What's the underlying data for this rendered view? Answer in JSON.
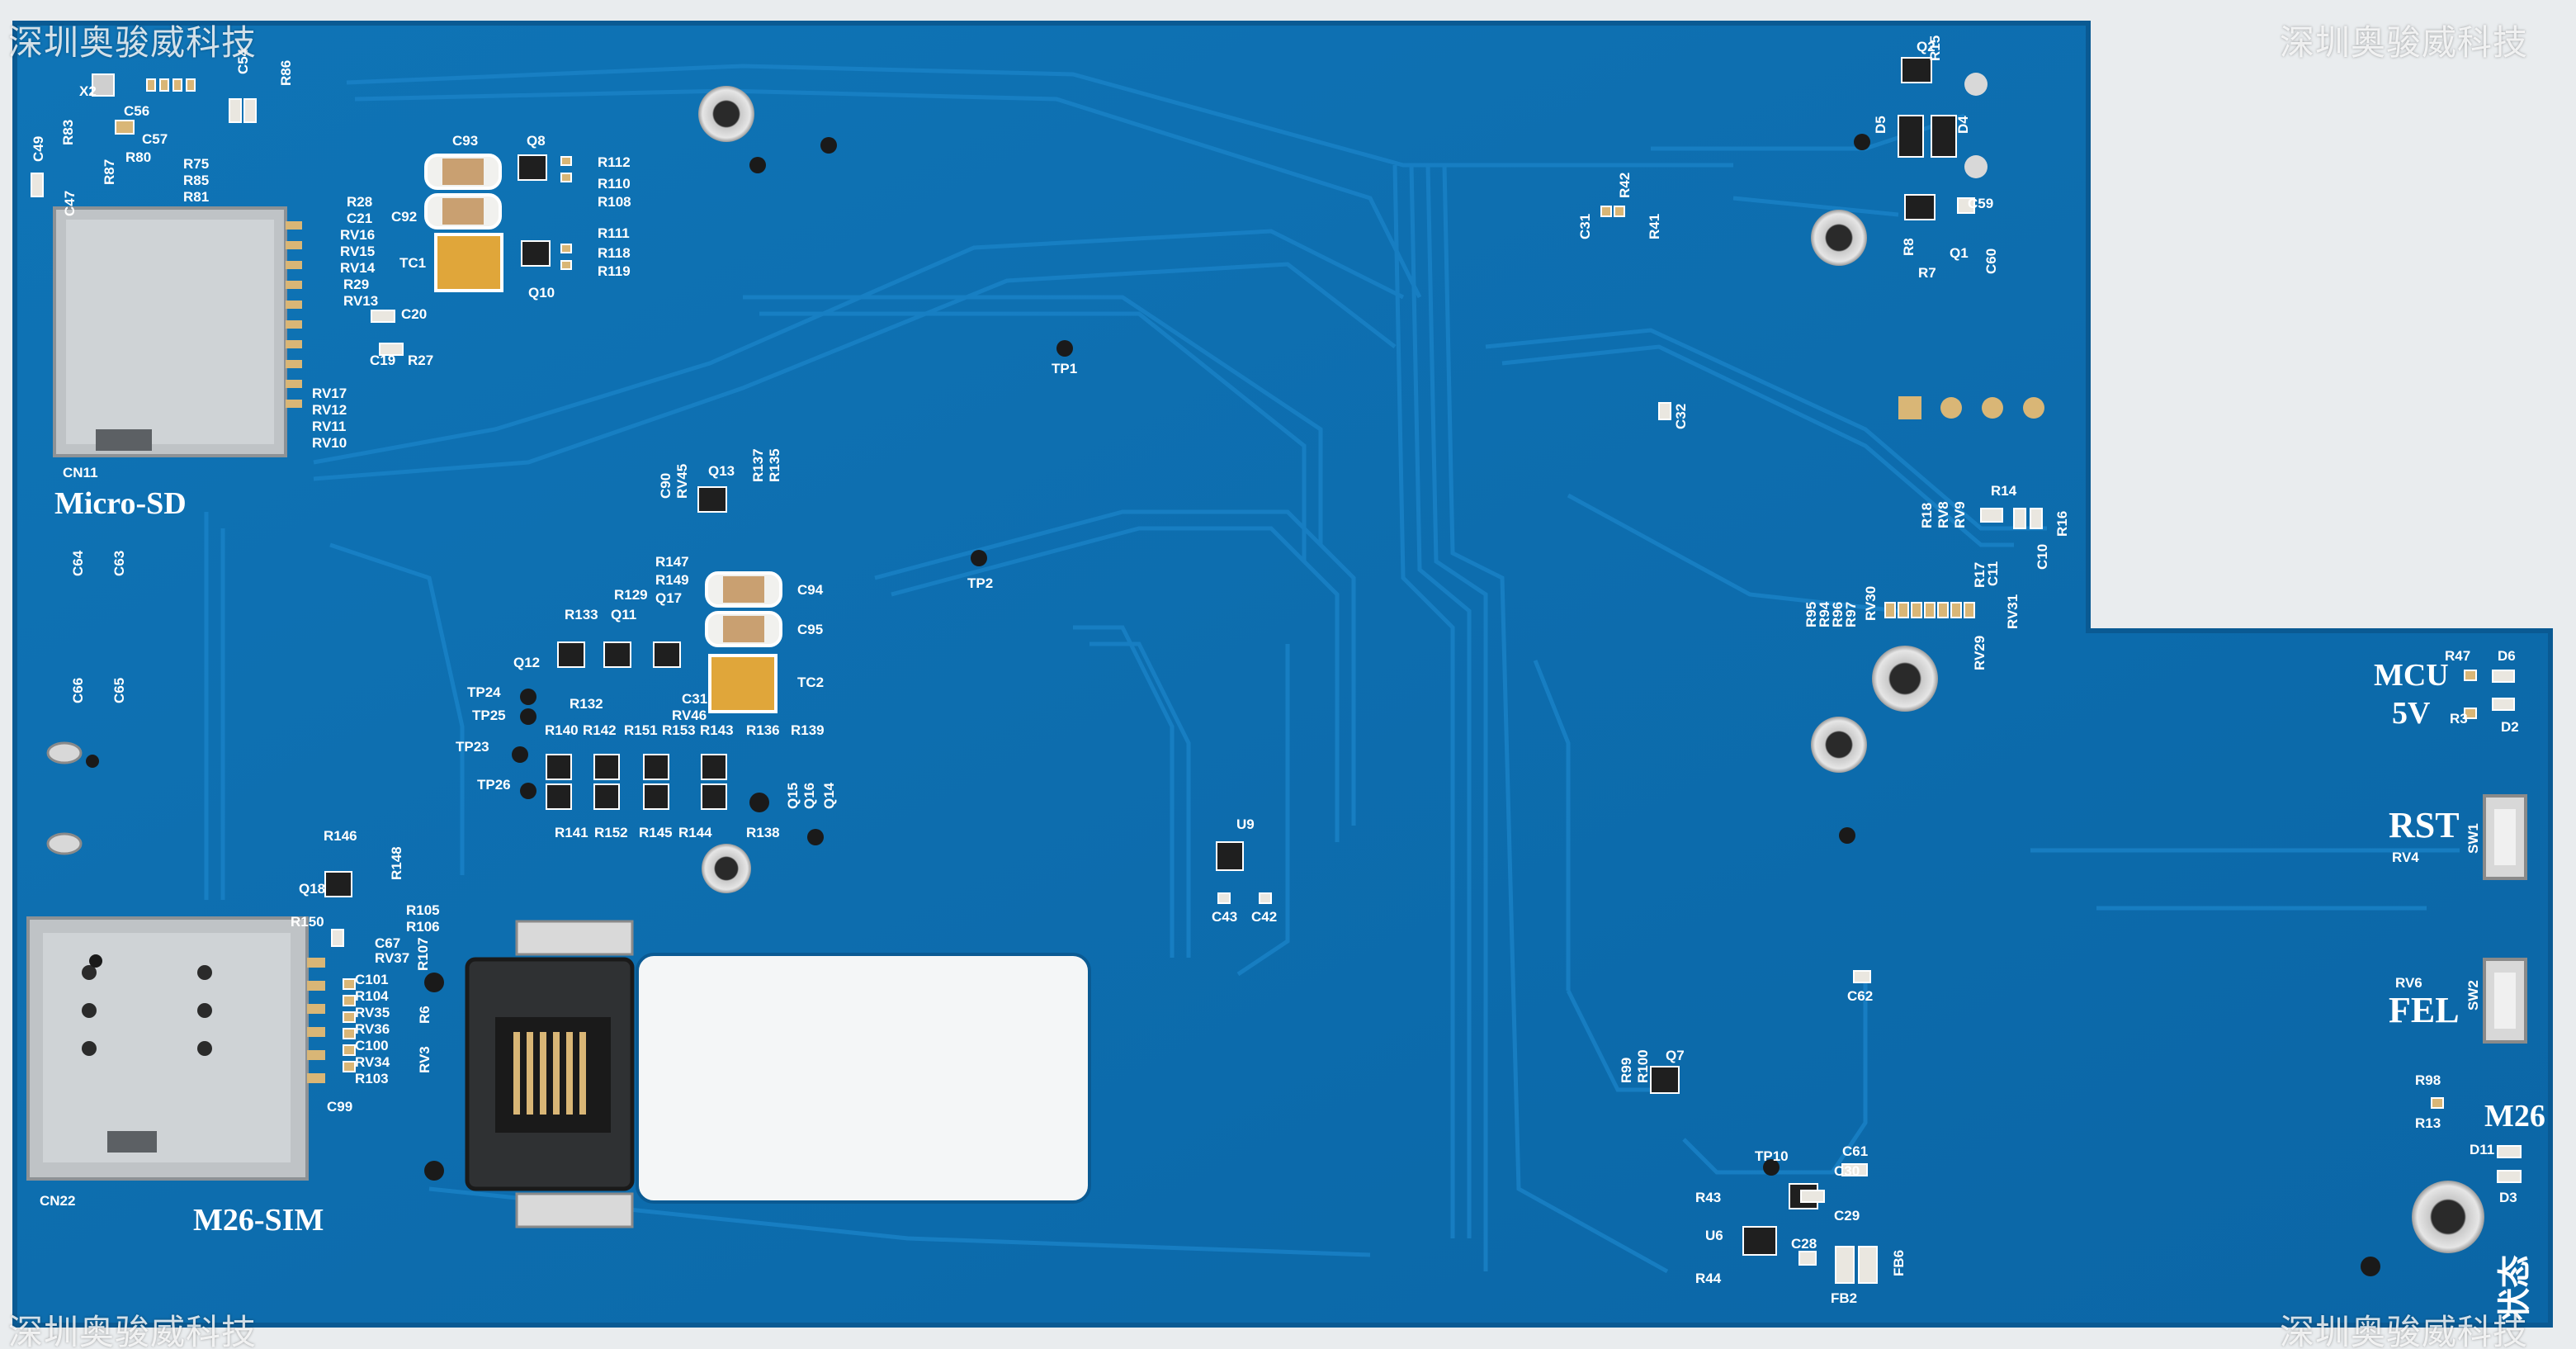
{
  "watermark": "深圳奥骏威科技",
  "board_labels": {
    "micro_sd": "Micro-SD",
    "m26_sim": "M26-SIM",
    "mcu": "MCU",
    "five_v": "5V",
    "rst": "RST",
    "fel": "FEL",
    "m26": "M26",
    "status": "状态"
  },
  "designators": [
    "X2",
    "C56",
    "C57",
    "C49",
    "R83",
    "R80",
    "R87",
    "C47",
    "R75",
    "R85",
    "R81",
    "C54",
    "R86",
    "C93",
    "Q8",
    "R112",
    "R110",
    "R108",
    "C92",
    "TC1",
    "R111",
    "R118",
    "R119",
    "Q10",
    "R28",
    "C21",
    "RV16",
    "RV15",
    "RV14",
    "R29",
    "RV13",
    "C20",
    "C19",
    "R27",
    "RV17",
    "RV12",
    "RV11",
    "RV10",
    "CN11",
    "TP1",
    "TP2",
    "C90",
    "RV45",
    "Q13",
    "R137",
    "R135",
    "C64",
    "C63",
    "C66",
    "C65",
    "R147",
    "R149",
    "R129",
    "Q17",
    "R133",
    "Q11",
    "Q12",
    "R132",
    "C31",
    "RV46",
    "C94",
    "C95",
    "TC2",
    "TP24",
    "TP25",
    "TP23",
    "TP26",
    "R140",
    "R142",
    "R151",
    "R153",
    "R143",
    "R136",
    "R139",
    "R141",
    "R152",
    "R145",
    "R144",
    "R138",
    "Q15",
    "Q16",
    "Q14",
    "R146",
    "R148",
    "Q18",
    "R150",
    "R105",
    "R106",
    "C67",
    "RV37",
    "R107",
    "C101",
    "R104",
    "RV35",
    "RV36",
    "C100",
    "RV34",
    "R103",
    "C99",
    "RV3",
    "R6",
    "CN22",
    "U9",
    "C43",
    "C42",
    "Q2",
    "R15",
    "D5",
    "D4",
    "C31",
    "R42",
    "R41",
    "C59",
    "R8",
    "R7",
    "Q1",
    "C60",
    "C32",
    "R14",
    "R18",
    "RV8",
    "RV9",
    "C11",
    "C10",
    "R16",
    "R17",
    "R95",
    "R94",
    "R96",
    "R97",
    "RV30",
    "RV29",
    "RV31",
    "R47",
    "D6",
    "R3",
    "D2",
    "RV4",
    "SW1",
    "RV6",
    "SW2",
    "C62",
    "R99",
    "R100",
    "Q7",
    "R98",
    "R13",
    "D11",
    "D3",
    "TP10",
    "C61",
    "R43",
    "C30",
    "C29",
    "U6",
    "C28",
    "R44",
    "FB2",
    "FB6"
  ],
  "colors": {
    "pcb_blue": "#0e6fb0",
    "pcb_trace": "#1479bd",
    "silkscreen": "#ffffff",
    "gold_pad": "#d3b27a",
    "background": "#e9ecee"
  }
}
